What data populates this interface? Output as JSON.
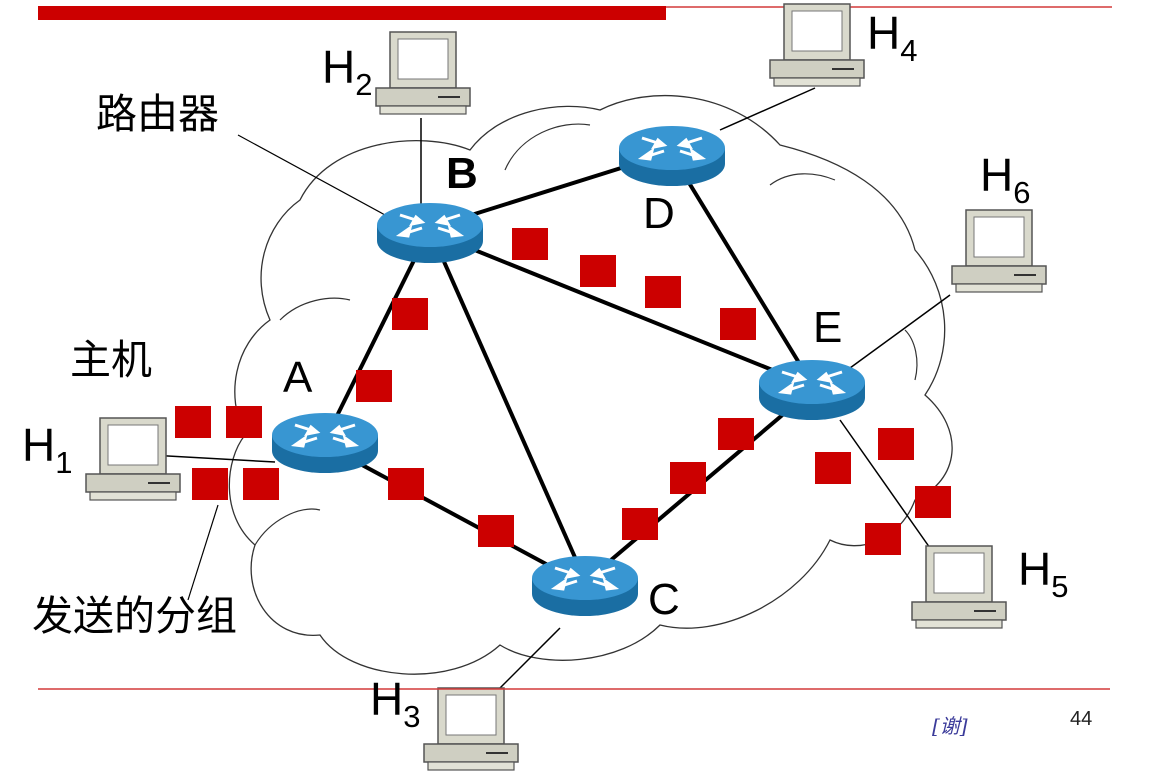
{
  "labels": {
    "router": "路由器",
    "host": "主机",
    "packets": "发送的分组"
  },
  "routers": [
    {
      "id": "A",
      "label": "A",
      "bold": false
    },
    {
      "id": "B",
      "label": "B",
      "bold": true
    },
    {
      "id": "C",
      "label": "C",
      "bold": false
    },
    {
      "id": "D",
      "label": "D",
      "bold": false
    },
    {
      "id": "E",
      "label": "E",
      "bold": false
    }
  ],
  "hosts": [
    {
      "id": "H1",
      "base": "H",
      "sub": "1",
      "router": "A"
    },
    {
      "id": "H2",
      "base": "H",
      "sub": "2",
      "router": "B"
    },
    {
      "id": "H3",
      "base": "H",
      "sub": "3",
      "router": "C"
    },
    {
      "id": "H4",
      "base": "H",
      "sub": "4",
      "router": "D"
    },
    {
      "id": "H5",
      "base": "H",
      "sub": "5",
      "router": "E"
    },
    {
      "id": "H6",
      "base": "H",
      "sub": "6",
      "router": "E"
    }
  ],
  "links": [
    [
      "A",
      "B"
    ],
    [
      "A",
      "C"
    ],
    [
      "B",
      "C"
    ],
    [
      "B",
      "D"
    ],
    [
      "B",
      "E"
    ],
    [
      "D",
      "E"
    ],
    [
      "C",
      "E"
    ]
  ],
  "footer": {
    "note": "[谢]",
    "page": "44"
  },
  "colors": {
    "router": "#1f7fb8",
    "router_top": "#3a9ad6",
    "packet": "#cc0000",
    "banner": "#cc0000",
    "rule": "#d43a3a"
  }
}
